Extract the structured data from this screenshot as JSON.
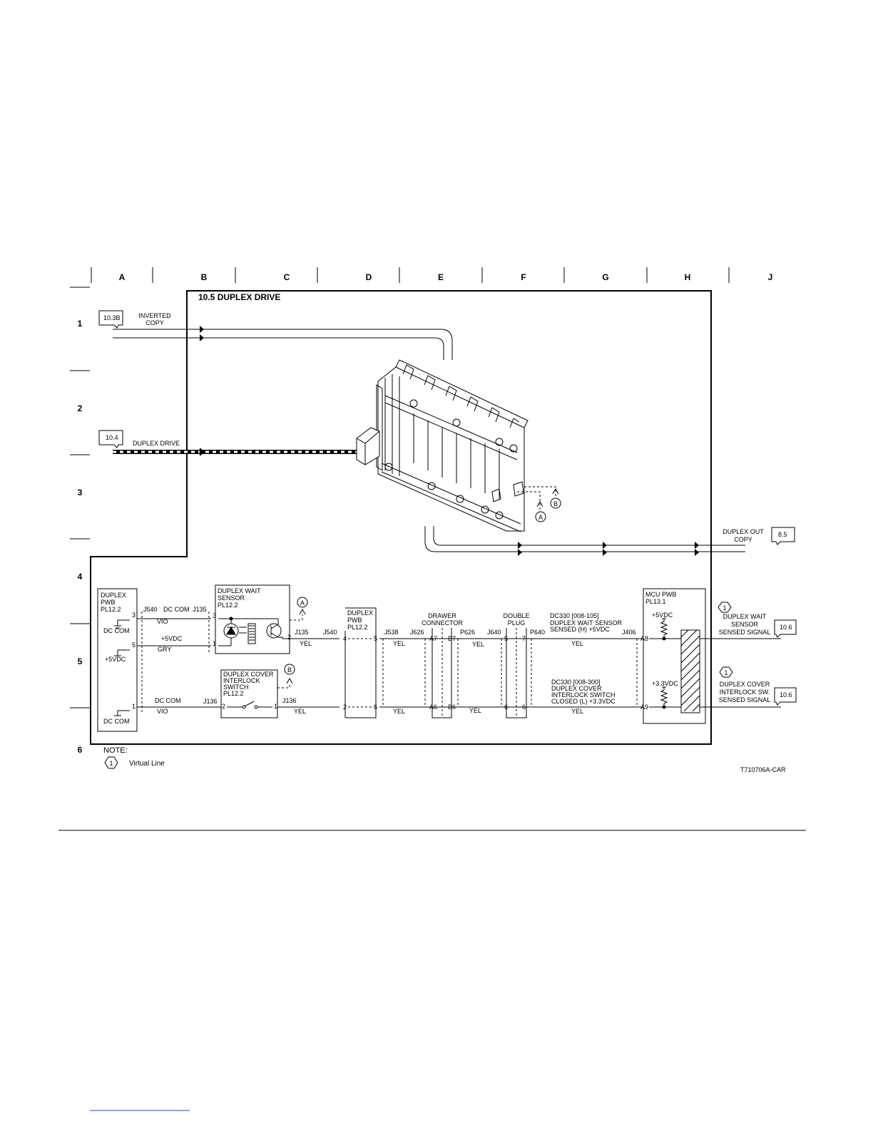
{
  "grid": {
    "columns": [
      "A",
      "B",
      "C",
      "D",
      "E",
      "F",
      "G",
      "H",
      "J"
    ],
    "rows": [
      "1",
      "2",
      "3",
      "4",
      "5",
      "6"
    ]
  },
  "title": "10.5 DUPLEX DRIVE",
  "inputs": {
    "inverted_copy": {
      "ref": "10.3B",
      "label_lines": [
        "INVERTED",
        "COPY"
      ]
    },
    "duplex_drive": {
      "ref": "10.4",
      "label": "DUPLEX DRIVE"
    }
  },
  "output": {
    "ref": "8.5",
    "label_lines": [
      "DUPLEX OUT",
      "COPY"
    ]
  },
  "duplex_pwb_left": {
    "label_lines": [
      "DUPLEX",
      "PWB",
      "PL12.2"
    ],
    "pins": [
      "3",
      "5",
      "1"
    ],
    "dc_com_1": "DC COM",
    "plus5vdc": "+5VDC",
    "dc_com_2": "DC COM"
  },
  "wires": {
    "j540": "J540",
    "dc_com_top": "DC COM",
    "j135": "J135",
    "vio_top": "VIO",
    "plus5vdc": "+5VDC",
    "gry": "GRY",
    "dc_com_bottom": "DC COM",
    "vio_bottom": "VIO",
    "j136": "J136"
  },
  "duplex_wait_sensor": {
    "label_lines": [
      "DUPLEX WAIT",
      "SENSOR",
      "PL12.2"
    ],
    "pin_top": "3",
    "pin_bottom": "1",
    "pin_out": "2",
    "j135": "J135",
    "yel": "YEL",
    "marker": "A"
  },
  "duplex_cover_switch": {
    "label_lines": [
      "DUPLEX COVER",
      "INTERLOCK",
      "SWITCH",
      "PL12.2"
    ],
    "pin_left": "2",
    "pin_right": "1",
    "j136": "J136",
    "yel": "YEL",
    "marker": "B"
  },
  "duplex_pwb_mid": {
    "label_lines": [
      "DUPLEX",
      "PWB",
      "PL12.2"
    ],
    "j540": "J540",
    "pins_left": [
      "4",
      "2"
    ],
    "pins_right": [
      "5",
      "6"
    ]
  },
  "segments": {
    "j538": "J538",
    "j626": "J626",
    "yel_a": "YEL",
    "yel_b": "YEL",
    "drawer_label_lines": [
      "DRAWER",
      "CONNECTOR"
    ],
    "a7": "A7",
    "b7": "B7",
    "a6": "A6",
    "b6": "B6",
    "p626": "P626",
    "j640": "J640",
    "yel_c": "YEL",
    "yel_d": "YEL",
    "double_plug_lines": [
      "DOUBLE",
      "PLUG"
    ],
    "dp_pins": [
      "5",
      "7",
      "6",
      "6"
    ],
    "p640": "P640",
    "j406": "J406",
    "yel_e": "YEL",
    "yel_f": "YEL"
  },
  "signals": {
    "wait_lines": [
      "DC330 [008-105]",
      "DUPLEX WAIT SENSOR",
      "SENSED (H) +5VDC"
    ],
    "cover_lines": [
      "DC330 [008-300]",
      "DUPLEX COVER",
      "INTERLOCK SWITCH",
      "CLOSED (L) +3.3VDC"
    ]
  },
  "mcu_pwb": {
    "label_lines": [
      "MCU PWB",
      "PL13.1"
    ],
    "plus5vdc": "+5VDC",
    "plus3v3": "+3.3VDC",
    "a8": "A8",
    "a9": "A9"
  },
  "right_refs": {
    "wait": {
      "num": "1",
      "label_lines": [
        "DUPLEX WAIT",
        "SENSOR",
        "SENSED SIGNAL"
      ],
      "ref": "10.6"
    },
    "cover": {
      "num": "1",
      "label_lines": [
        "DUPLEX COVER",
        "INTERLOCK SW.",
        "SENSED SIGNAL"
      ],
      "ref": "10.6"
    }
  },
  "markers": {
    "a": "A",
    "b": "B"
  },
  "note": {
    "heading": "NOTE:",
    "num": "1",
    "text": "Virtual Line"
  },
  "figure_id": "T710706A-CAR"
}
